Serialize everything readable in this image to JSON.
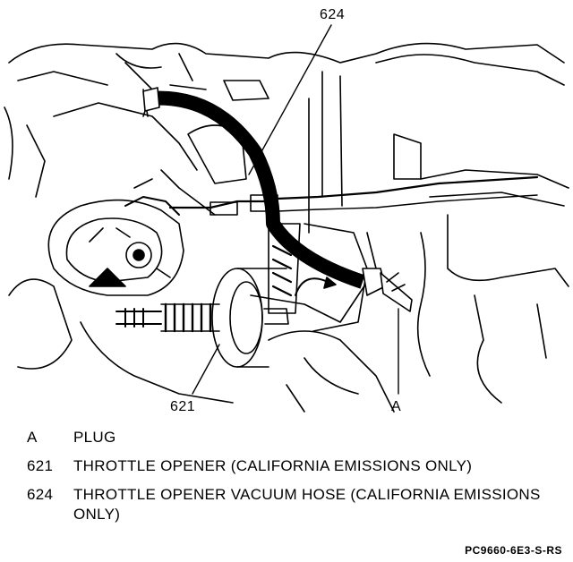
{
  "callouts": {
    "top": "624",
    "bottom_left": "621",
    "bottom_right": "A"
  },
  "legend": [
    {
      "key": "A",
      "desc": "PLUG"
    },
    {
      "key": "621",
      "desc": "THROTTLE OPENER (CALIFORNIA EMISSIONS ONLY)"
    },
    {
      "key": "624",
      "desc": "THROTTLE OPENER VACUUM HOSE (CALIFORNIA EMISSIONS ONLY)"
    }
  ],
  "figure_id": "PC9660-6E3-S-RS"
}
